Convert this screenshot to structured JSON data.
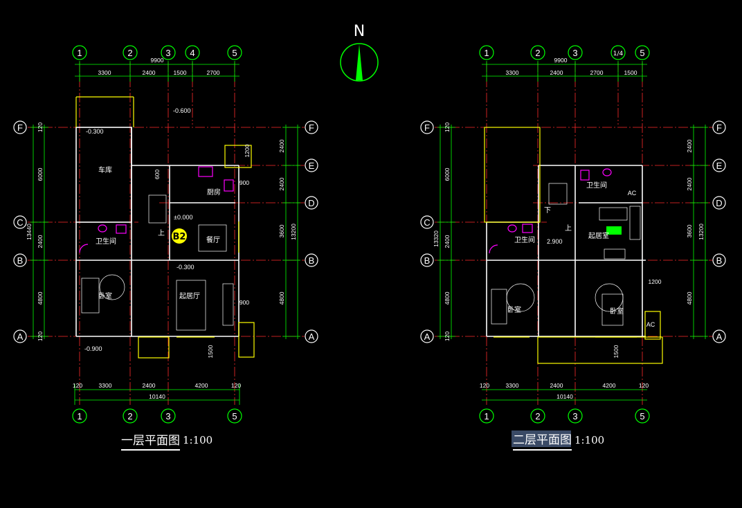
{
  "north": {
    "label": "N"
  },
  "plan1": {
    "title": "一层平面图",
    "scale": "1:100",
    "top_axes": [
      "1",
      "2",
      "3",
      "4",
      "5"
    ],
    "bottom_axes": [
      "1",
      "2",
      "3",
      "5"
    ],
    "side_axes": [
      "F",
      "E",
      "D",
      "C",
      "B",
      "A"
    ],
    "top_total": "9900",
    "top_dims": [
      "3300",
      "2400",
      "1500",
      "2700"
    ],
    "bottom_dims": [
      "120",
      "3300",
      "2400",
      "4200",
      "120"
    ],
    "bottom_total": "10140",
    "left_dims": [
      "120",
      "6000",
      "2400",
      "4800",
      "120"
    ],
    "left_total": "13440",
    "right_dims": [
      "2400",
      "2400",
      "3600",
      "4800"
    ],
    "right_total": "13200",
    "small_dims": [
      "1200",
      "900",
      "900",
      "600",
      "1500"
    ],
    "rooms": {
      "garage": "车库",
      "bath": "卫生间",
      "bedroom": "卧室",
      "kitchen": "厨房",
      "dining": "餐厅",
      "living": "起居厅",
      "up": "上"
    },
    "elevations": [
      "-0.300",
      "-0.600",
      "±0.000",
      "-0.300",
      "-0.900"
    ],
    "badge": "B2"
  },
  "plan2": {
    "title": "二层平面图",
    "scale": "1:100",
    "top_axes": [
      "1",
      "2",
      "3",
      "1/4",
      "5"
    ],
    "bottom_axes": [
      "1",
      "2",
      "3",
      "5"
    ],
    "side_axes": [
      "F",
      "E",
      "D",
      "C",
      "B",
      "A"
    ],
    "top_total": "9900",
    "top_dims": [
      "3300",
      "2400",
      "2700",
      "1500"
    ],
    "bottom_dims": [
      "120",
      "3300",
      "2400",
      "4200",
      "120"
    ],
    "bottom_total": "10140",
    "left_dims": [
      "120",
      "6000",
      "2400",
      "4800",
      "120"
    ],
    "left_total": "13320",
    "right_dims": [
      "2400",
      "2400",
      "3600",
      "4800"
    ],
    "right_total": "13200",
    "small_dims": [
      "1200",
      "1500"
    ],
    "rooms": {
      "bath1": "卫生间",
      "bath2": "卫生间",
      "living": "起居室",
      "bed1": "卧室",
      "bed2": "卧室",
      "ac1": "AC",
      "ac2": "AC",
      "up": "上",
      "down": "下"
    },
    "elevations": [
      "2.900"
    ]
  },
  "colors": {
    "axis": "#ff2b2b",
    "dim": "#00ff00",
    "wall": "#ffffff",
    "window": "#ffff00",
    "fixture": "#ff00ff",
    "north": "#00ff00"
  }
}
